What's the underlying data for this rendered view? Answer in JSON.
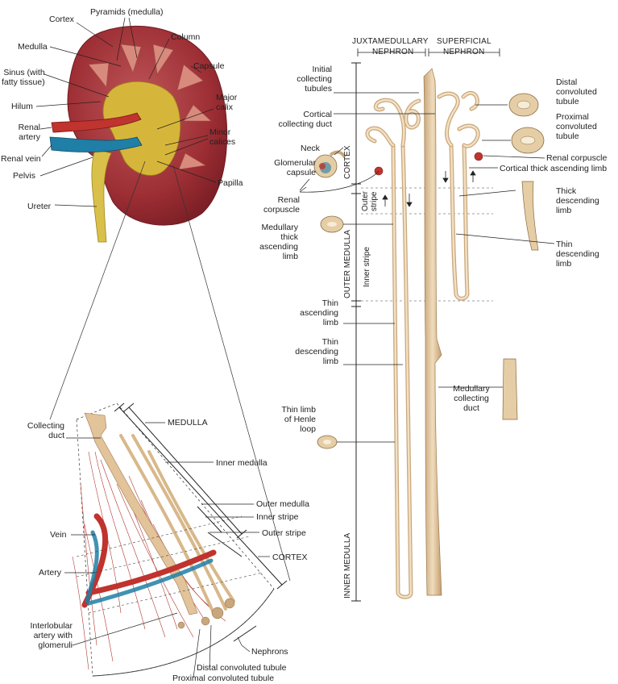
{
  "kidney": {
    "cortex": "Cortex",
    "pyramids": "Pyramids (medulla)",
    "medulla": "Medulla",
    "column": "Column",
    "sinus": "Sinus (with\nfatty tissue)",
    "capsule": "Capsule",
    "hilum": "Hilum",
    "major_calix": "Major\ncalix",
    "renal_artery": "Renal\nartery",
    "minor_calices": "Minor\ncalices",
    "renal_vein": "Renal vein",
    "pelvis": "Pelvis",
    "papilla": "Papilla",
    "ureter": "Ureter"
  },
  "wedge": {
    "collecting_duct": "Collecting\nduct",
    "medulla": "MEDULLA",
    "inner_medulla": "Inner medulla",
    "outer_medulla": "Outer medulla",
    "inner_stripe": "Inner stripe",
    "outer_stripe": "Outer stripe",
    "vein": "Vein",
    "cortex": "CORTEX",
    "artery": "Artery",
    "interlobular": "Interlobular\nartery with\nglomeruli",
    "nephrons": "Nephrons",
    "distal": "Distal convoluted tubule",
    "proximal": "Proximal convoluted tubule"
  },
  "nephron": {
    "juxta": "JUXTAMEDULLARY",
    "superficial": "SUPERFICIAL",
    "nephron_a": "NEPHRON",
    "nephron_b": "NEPHRON",
    "initial_collecting": "Initial\ncollecting\ntubules",
    "cortical_collecting": "Cortical\ncollecting duct",
    "neck": "Neck",
    "glomerular_capsule": "Glomerular\ncapsule",
    "renal_corpuscle_left": "Renal\ncorpuscle",
    "medullary_thick": "Medullary\nthick\nascending\nlimb",
    "thin_ascending": "Thin\nascending\nlimb",
    "thin_descending_left": "Thin\ndescending\nlimb",
    "thin_limb_henle": "Thin limb\nof Henle\nloop",
    "distal_conv": "Distal\nconvoluted\ntubule",
    "proximal_conv": "Proximal\nconvoluted\ntubule",
    "renal_corpuscle_right": "Renal corpuscle",
    "cortical_thick": "Cortical thick ascending limb",
    "thick_descending": "Thick\ndescending\nlimb",
    "thin_descending_right": "Thin\ndescending\nlimb",
    "medullary_collecting": "Medullary\ncollecting\nduct",
    "zone_cortex": "CORTEX",
    "zone_outer_stripe": "Outer\nstripe",
    "zone_inner_stripe": "Inner stripe",
    "zone_outer_medulla": "OUTER MEDULLA",
    "zone_inner_medulla": "INNER MEDULLA"
  }
}
